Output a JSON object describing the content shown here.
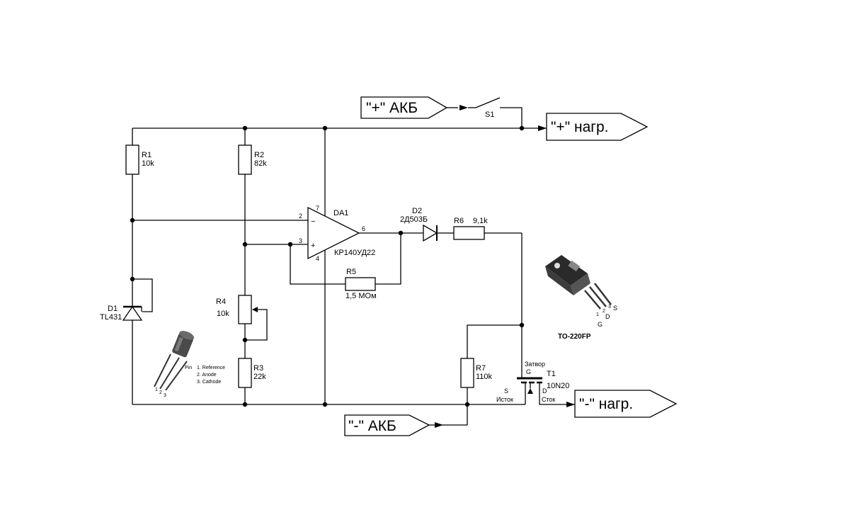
{
  "connectors": {
    "bat_plus": "\"+\" АКБ",
    "load_plus": "\"+\" нагр.",
    "bat_minus": "\"-\" АКБ",
    "load_minus": "\"-\" нагр."
  },
  "components": {
    "r1": {
      "ref": "R1",
      "value": "10k"
    },
    "r2": {
      "ref": "R2",
      "value": "82k"
    },
    "r3": {
      "ref": "R3",
      "value": "22k"
    },
    "r4": {
      "ref": "R4",
      "value": "10k"
    },
    "r5": {
      "ref": "R5",
      "value": "1,5 МОм"
    },
    "r6": {
      "ref": "R6",
      "value": "9,1k"
    },
    "r7": {
      "ref": "R7",
      "value": "110k"
    },
    "d1": {
      "ref": "D1",
      "value": "TL431"
    },
    "d2": {
      "ref": "D2",
      "value": "2Д503Б"
    },
    "da1": {
      "ref": "DA1",
      "value": "КР140УД22",
      "minus": "−",
      "plus": "+"
    },
    "s1": {
      "ref": "S1"
    },
    "t1": {
      "ref": "T1",
      "value": "10N20",
      "gate_name": "Затвор",
      "gate_pin": "G",
      "source_pin": "S",
      "source_name": "Исток",
      "drain_pin": "D",
      "drain_name": "Сток"
    }
  },
  "pins": {
    "p2": "2",
    "p3": "3",
    "p4": "4",
    "p6": "6",
    "p7": "7"
  },
  "to92": {
    "pin_title": "Pin",
    "pins": [
      "1.  Reference",
      "2.  Anode",
      "3.  Cathode"
    ],
    "leg_numbers": [
      "1",
      "2",
      "3"
    ]
  },
  "to220": {
    "package": "TO-220FP",
    "legs": [
      "1",
      "2",
      "3"
    ],
    "pin_letters": [
      "G",
      "D",
      "S"
    ]
  }
}
